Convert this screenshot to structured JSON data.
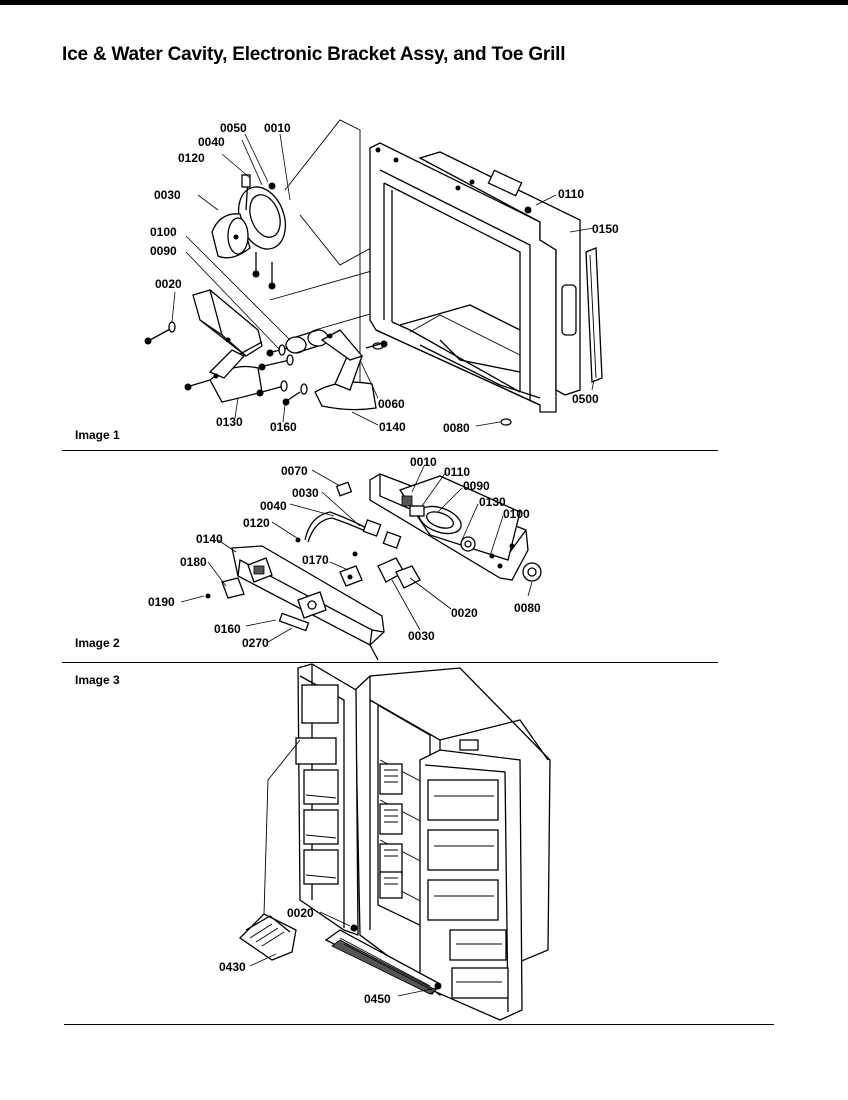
{
  "page": {
    "title": "Ice & Water Cavity, Electronic Bracket Assy, and Toe Grill"
  },
  "image1": {
    "label": "Image 1",
    "callouts": [
      "0050",
      "0010",
      "0040",
      "0120",
      "0030",
      "0100",
      "0090",
      "0020",
      "0110",
      "0150",
      "0500",
      "0060",
      "0130",
      "0160",
      "0140",
      "0080"
    ]
  },
  "image2": {
    "label": "Image 2",
    "callouts": [
      "0070",
      "0010",
      "0110",
      "0090",
      "0030",
      "0130",
      "0040",
      "0100",
      "0120",
      "0140",
      "0170",
      "0180",
      "0190",
      "0020",
      "0080",
      "0160",
      "0270",
      "0030"
    ]
  },
  "image3": {
    "label": "Image 3",
    "callouts": [
      "0020",
      "0430",
      "0450"
    ]
  }
}
